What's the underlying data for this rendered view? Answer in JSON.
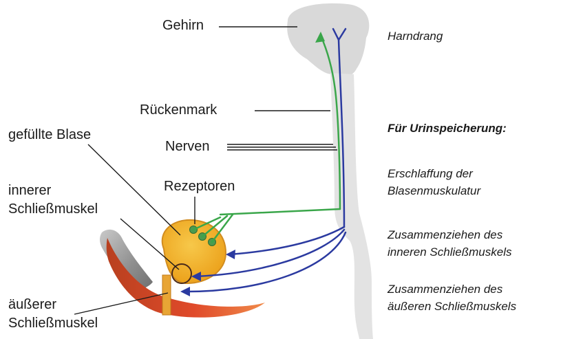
{
  "labels": {
    "gehirn": "Gehirn",
    "rueckenmark": "Rückenmark",
    "nerven": "Nerven",
    "gefuellte_blase": "gefüllte Blase",
    "rezeptoren": "Rezeptoren",
    "innerer": "innerer",
    "schliessmuskel_innen": "Schließmuskel",
    "aeusserer": "äußerer",
    "schliessmuskel_aussen": "Schließmuskel"
  },
  "side_text": {
    "harndrang": "Harndrang",
    "fuer_urinspeicherung": "Für Urinspeicherung:",
    "erschlaffung_1": "Erschlaffung der",
    "erschlaffung_2": "Blasenmuskulatur",
    "zusammen_innen_1": "Zusammenziehen des",
    "zusammen_innen_2": "inneren Schließmuskels",
    "zusammen_aussen_1": "Zusammenziehen des",
    "zusammen_aussen_2": "äußeren Schließmuskels"
  },
  "colors": {
    "brain_fill": "#d9d9d9",
    "spine_fill": "#e3e3e3",
    "afferent_nerve": "#3aa64a",
    "efferent_nerve": "#2b3aa0",
    "bladder_fill": "#f2b423",
    "bladder_outline": "#d18c1f",
    "receptor_fill": "#4c9a4f",
    "outer_sphincter": "#e04a2a",
    "pelvic_bone": "#8e8e8e",
    "leader_line": "#1a1a1a"
  }
}
